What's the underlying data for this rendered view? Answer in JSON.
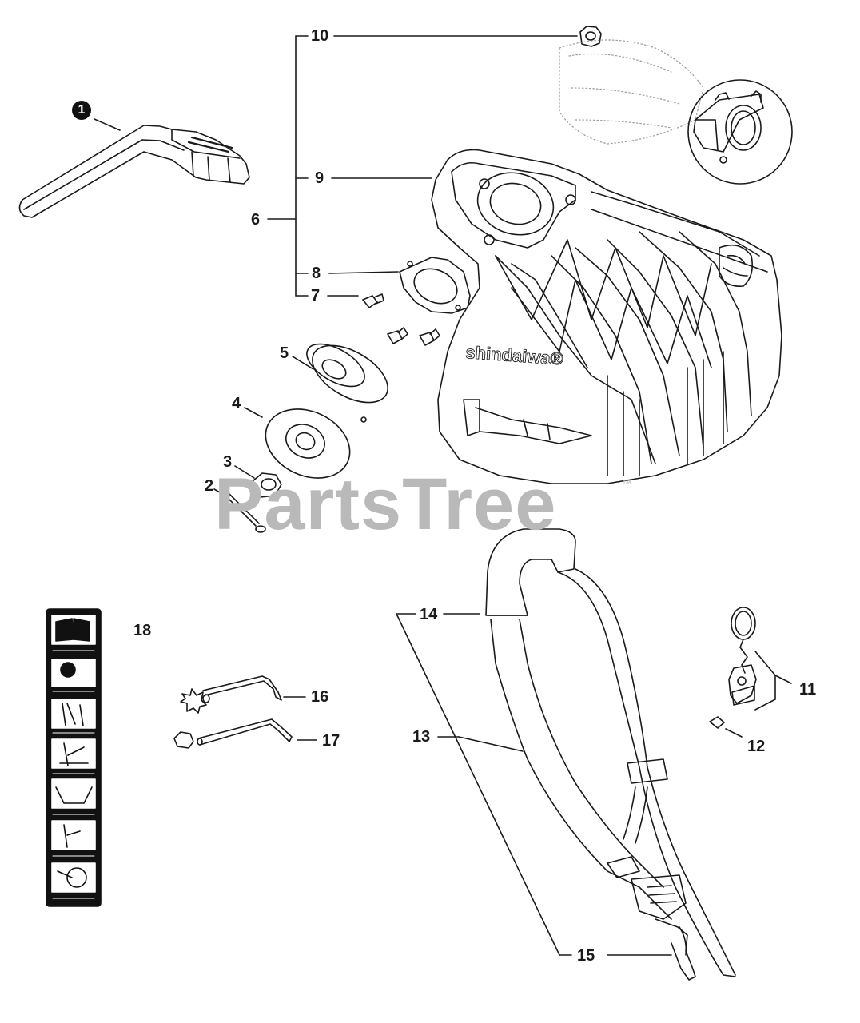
{
  "diagram": {
    "part_numbers": {
      "n1": "1",
      "n2": "2",
      "n3": "3",
      "n4": "4",
      "n5": "5",
      "n6": "6",
      "n7": "7",
      "n8": "8",
      "n9": "9",
      "n10": "10",
      "n11": "11",
      "n12": "12",
      "n13": "13",
      "n14": "14",
      "n15": "15",
      "n16": "16",
      "n17": "17",
      "n18": "18"
    },
    "watermark": "PartsTree",
    "trademark": "™",
    "guard_brand": "shindaiwa®"
  },
  "colors": {
    "line": "#1a1a1a",
    "watermark": "#b9b9b9",
    "background": "#ffffff"
  },
  "icons": [
    "deflector-handle",
    "debris-shield",
    "shield-bracket",
    "bolt",
    "nut",
    "washer",
    "spacer-collar",
    "cotter-pin",
    "hanger-clamp",
    "shoulder-harness",
    "torx-wrench",
    "hex-wrench",
    "warning-decal"
  ]
}
